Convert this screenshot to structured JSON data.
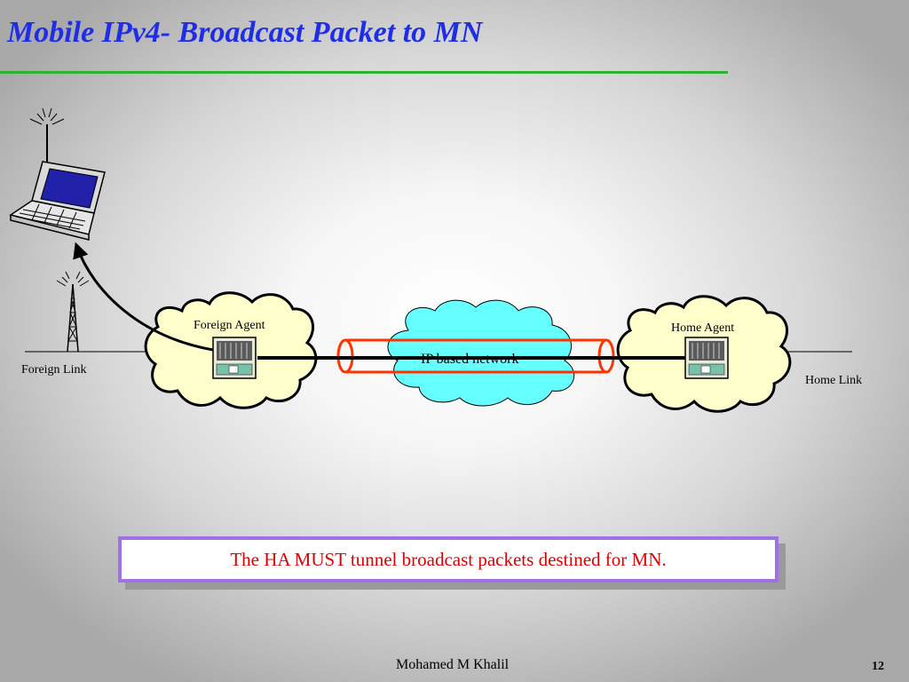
{
  "slide": {
    "title": "Mobile IPv4- Broadcast Packet to MN",
    "author": "Mohamed M Khalil",
    "page_number": "12"
  },
  "diagram": {
    "labels": {
      "foreign_agent": "Foreign Agent",
      "home_agent": "Home Agent",
      "network": "IP based network",
      "foreign_link": "Foreign Link",
      "home_link": "Home Link"
    },
    "callout": "The HA MUST tunnel broadcast packets destined for MN."
  },
  "colors": {
    "title": "#1f2ee6",
    "title_rule": "#2fb22f",
    "agent_cloud": "#ffffcc",
    "network_cloud": "#66ffff",
    "tunnel": "#ff3300",
    "callout_text": "#e00000",
    "callout_border": "#a070e6"
  }
}
